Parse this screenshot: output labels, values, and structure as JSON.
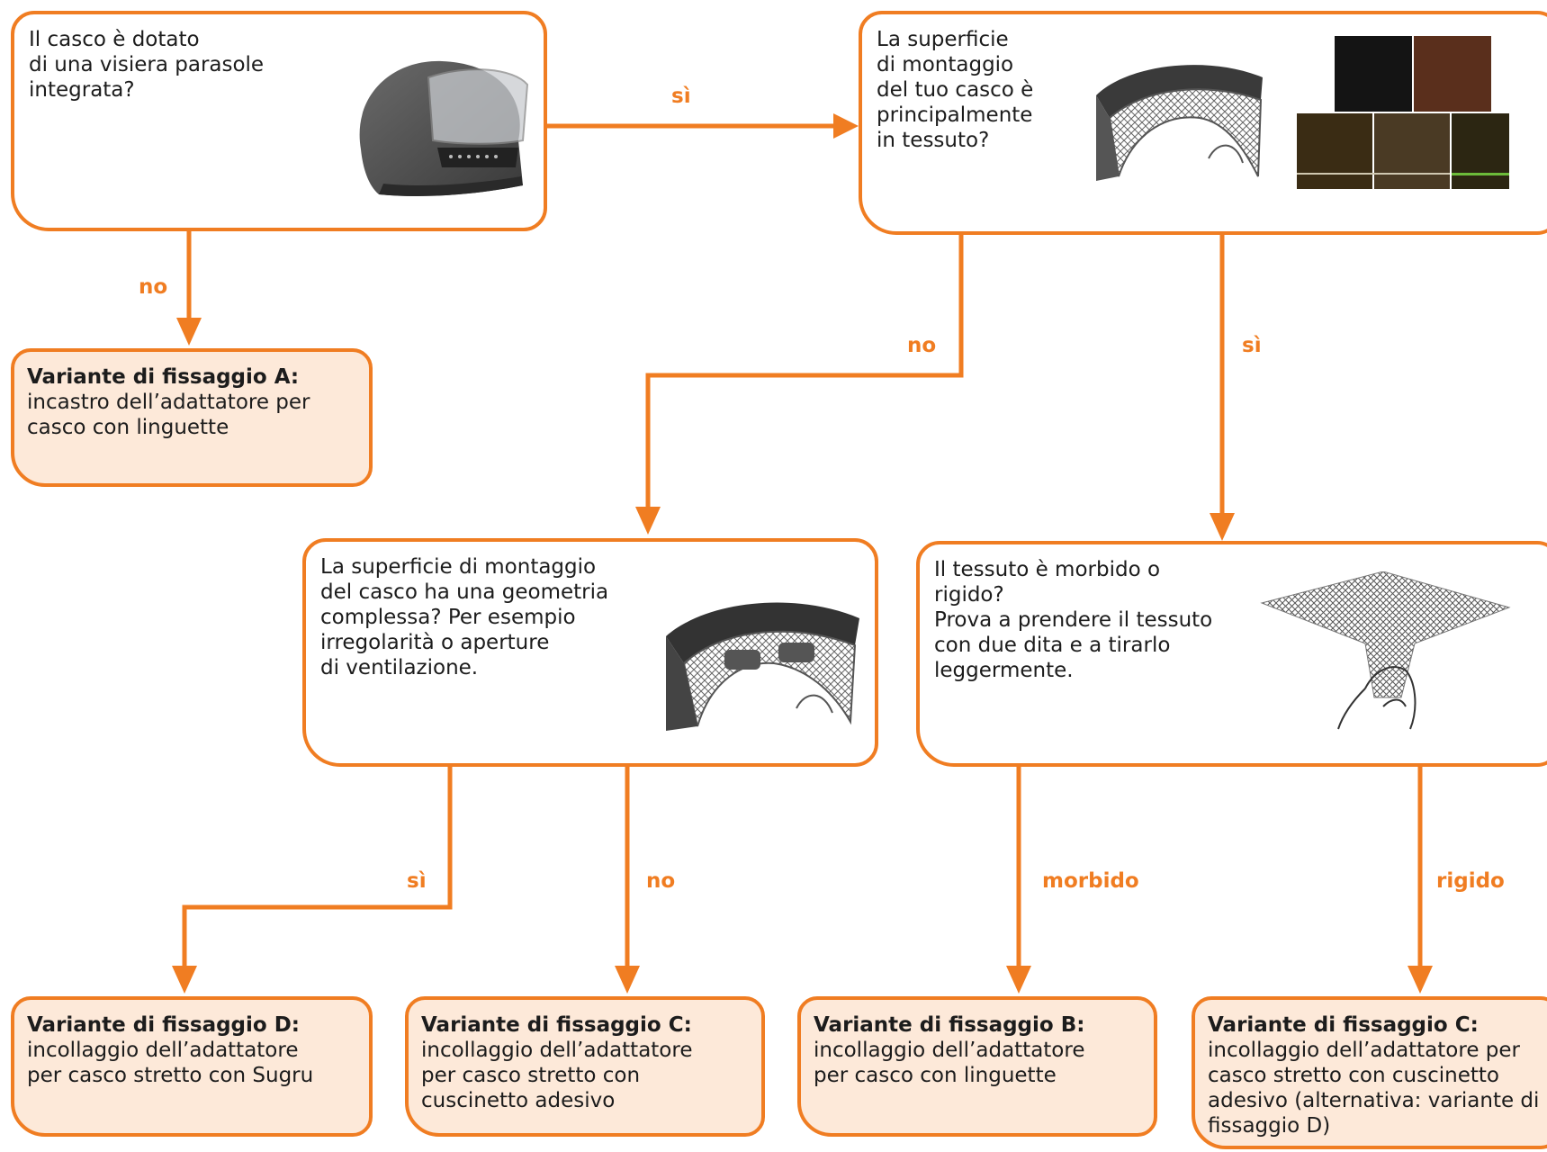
{
  "colors": {
    "accent": "#f07d22",
    "result_fill": "#fde9d9",
    "text": "#1c1c1c"
  },
  "icons": {
    "helmet": "helmet-visor-icon",
    "fabric_shell": "helmet-fabric-shell-icon",
    "fabric_swatches": "fabric-swatch-icon",
    "vent_shell": "helmet-vent-shell-icon",
    "fabric_pinch": "fabric-pinch-hand-icon"
  },
  "questions": {
    "q1": "Il casco è dotato\ndi una visiera parasole\nintegrata?",
    "q2": "La superficie\ndi montaggio\ndel tuo casco è\nprincipalmente\nin tessuto?",
    "q3": "La superficie di montaggio\ndel casco ha una geometria\ncomplessa? Per esempio\nirregolarità o aperture\ndi ventilazione.",
    "q4": "Il tessuto è morbido o\nrigido?\nProva a prendere il tessuto\ncon due dita e a tirarlo\nleggermente."
  },
  "labels": {
    "q1_yes": "sì",
    "q1_no": "no",
    "q2_no": "no",
    "q2_yes": "sì",
    "q3_yes": "sì",
    "q3_no": "no",
    "q4_soft": "morbido",
    "q4_rigid": "rigido"
  },
  "results": {
    "a": {
      "title": "Variante di fissaggio A:",
      "body": "incastro dell’adattatore per casco con linguette"
    },
    "d": {
      "title": "Variante di fissaggio D:",
      "body": "incollaggio dell’adattatore per casco stretto con Sugru"
    },
    "c1": {
      "title": "Variante di fissaggio C:",
      "body": "incollaggio dell’adattatore per casco stretto con cuscinetto adesivo"
    },
    "b": {
      "title": "Variante di fissaggio B:",
      "body": "incollaggio dell’adattatore per casco con linguette"
    },
    "c2": {
      "title": "Variante di fissaggio C:",
      "body": "incollaggio dell’adattatore per casco stretto con cuscinetto adesivo (alternativa: variante di fissaggio D)"
    }
  }
}
